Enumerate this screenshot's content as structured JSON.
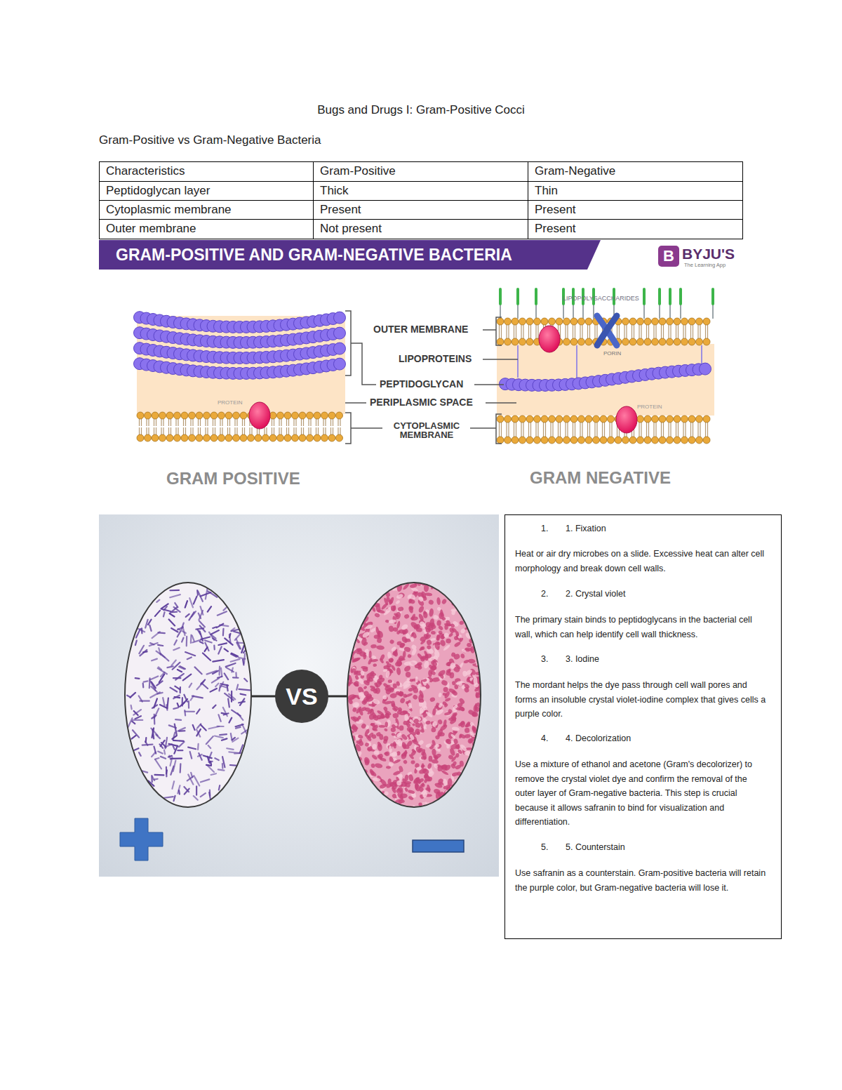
{
  "diagram": {
    "title": "Bugs and Drugs I: Gram-Positive Cocci",
    "nodes": [
      {
        "text": [
          "GRAM-POSITIVE AND GRAM-NEGATIVE BACTERIA"
        ]
      },
      {
        "text": [
          "B"
        ]
      },
      {
        "text": [
          "VS"
        ]
      },
      {
        "text": [
          "1.",
          "1. Fixation",
          "Heat or air dry microbes on a slide. Excessive heat can alter cell morphology and break down cell walls.",
          "2.",
          "2. Crystal violet",
          "The primary stain binds to peptidoglycans in the bacterial cell wall, which can help identify cell wall thickness.",
          "3.",
          "3. Iodine",
          "The mordant helps the dye pass through cell wall pores and forms an insoluble crystal violet-iodine complex that gives cells a purple color.",
          "4.",
          "4. Decolorization",
          "Use a mixture of ethanol and acetone (Gram's decolorizer) to remove the crystal violet dye and confirm the removal of the outer layer of Gram-negative bacteria. This step is crucial because it allows safranin to bind for visualization and differentiation.",
          "5.",
          "5. Counterstain",
          "Use safranin as a counterstain. Gram-positive bacteria will retain the purple color, but Gram-negative bacteria will lose it."
        ]
      }
    ],
    "labels": [
      "Gram-Positive vs Gram-Negative Bacteria",
      "Characteristics",
      "Gram-Positive",
      "Gram-Negative",
      "Peptidoglycan layer",
      "Thick",
      "Thin",
      "Cytoplasmic membrane",
      "Present",
      "Present",
      "Outer membrane",
      "Not present",
      "Present",
      "BYJU'S",
      "The Learning App",
      "LIPOPOLYSACCHARIDES",
      "OUTER MEMBRANE",
      "PORIN",
      "LIPOPROTEINS",
      "PEPTIDOGLYCAN",
      "PERIPLASMIC SPACE",
      "PROTEIN",
      "PROTEIN",
      "CYTOPLASMIC MEMBRANE",
      "GRAM POSITIVE",
      "GRAM NEGATIVE"
    ]
  }
}
